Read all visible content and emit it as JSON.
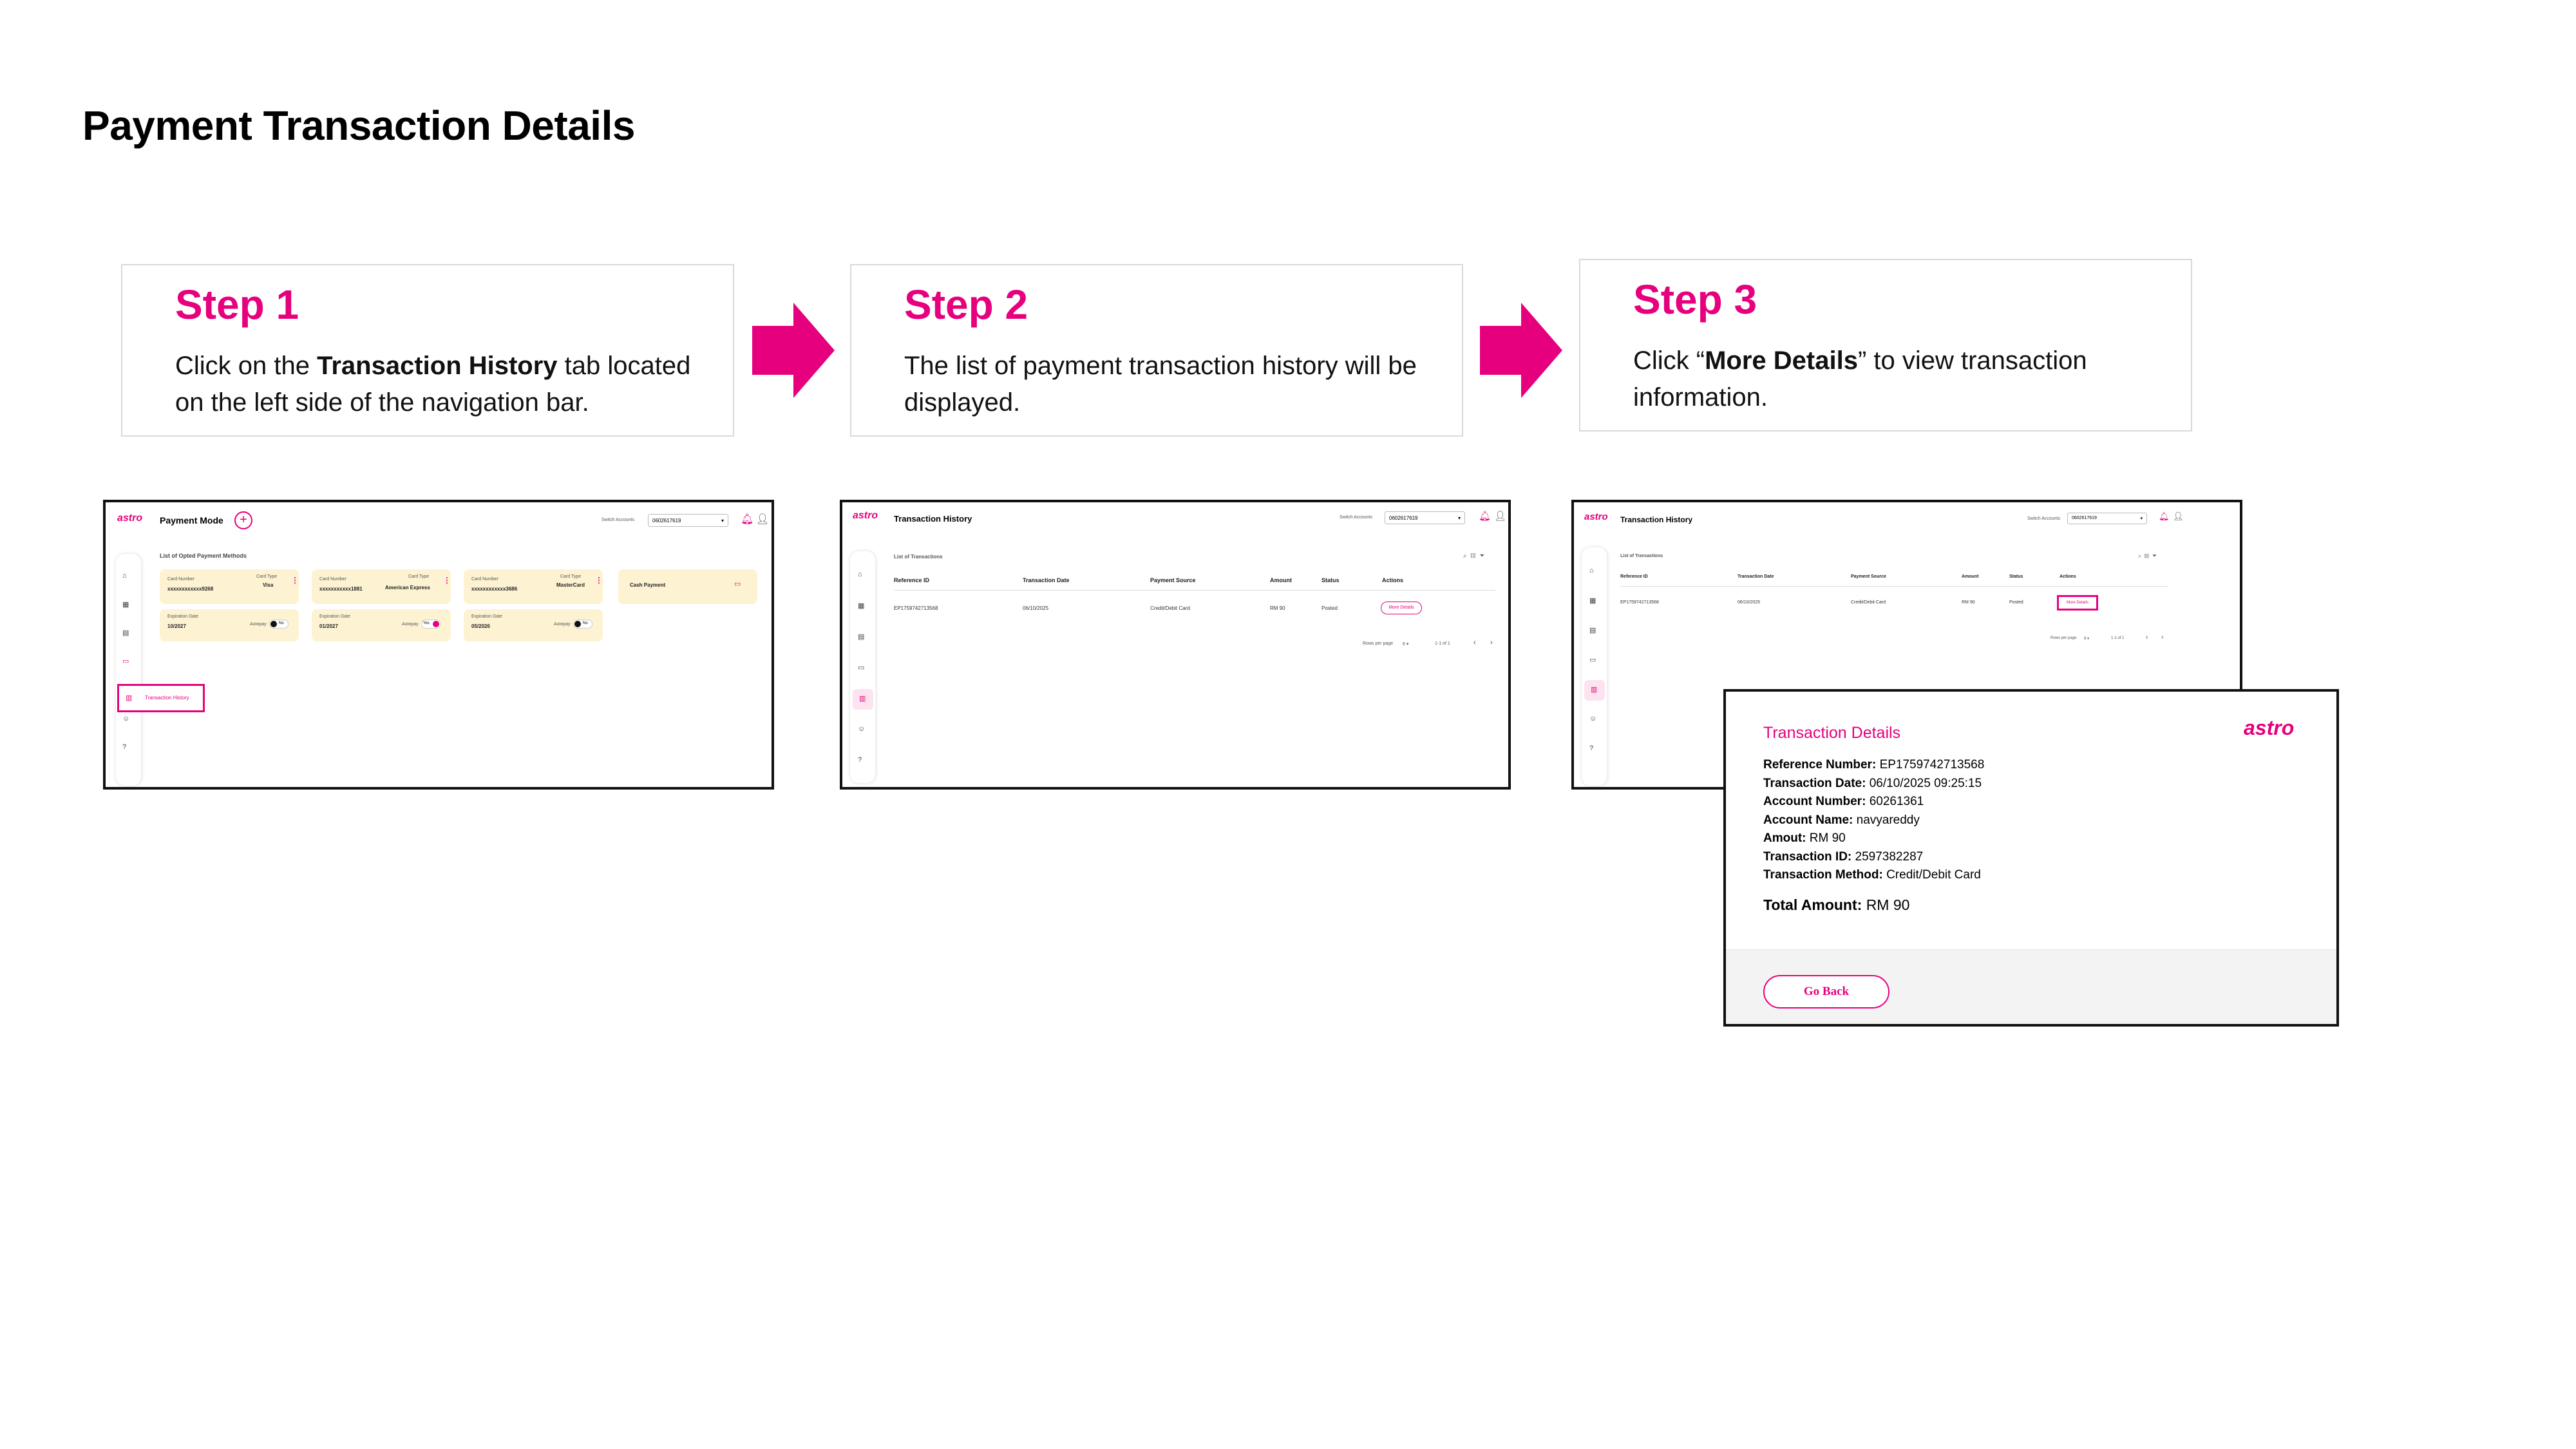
{
  "page": {
    "title": "Payment Transaction Details"
  },
  "steps": [
    {
      "title": "Step 1",
      "desc_pre": "Click on the ",
      "desc_bold": "Transaction History",
      "desc_post": " tab located on the left side of the navigation bar."
    },
    {
      "title": "Step 2",
      "desc": "The list of payment transaction history will be displayed."
    },
    {
      "title": "Step 3",
      "desc_pre": "Click “",
      "desc_bold": "More Details",
      "desc_post": "” to view transaction information."
    }
  ],
  "colors": {
    "brand": "#e6007e",
    "card": "#fdf3d3"
  },
  "shot1": {
    "logo": "astro",
    "header": "Payment Mode",
    "switch_label": "Switch Accounts",
    "account": "0602617619",
    "section_title": "List of Opted Payment Methods",
    "cards": [
      {
        "num_label": "Card Number",
        "num": "xxxxxxxxxxxx9268",
        "type_label": "Card Type",
        "type": "Visa",
        "exp_label": "Expiration Date",
        "exp": "10/2027",
        "autopay_label": "Autopay",
        "toggle": "No"
      },
      {
        "num_label": "Card Number",
        "num": "xxxxxxxxxxx1881",
        "type_label": "Card Type",
        "type": "American Express",
        "exp_label": "Expiration Date",
        "exp": "01/2027",
        "autopay_label": "Autopay",
        "toggle": "Yes"
      },
      {
        "num_label": "Card Number",
        "num": "xxxxxxxxxxxx3686",
        "type_label": "Card Type",
        "type": "MasterCard",
        "exp_label": "Expiration Date",
        "exp": "05/2026",
        "autopay_label": "Autopay",
        "toggle": "No"
      }
    ],
    "cash": "Cash Payment",
    "nav_highlight": "Transaction History"
  },
  "shot2": {
    "logo": "astro",
    "header": "Transaction History",
    "switch_label": "Switch Accounts",
    "account": "0602617619",
    "section_title": "List of Transactions",
    "columns": [
      "Reference ID",
      "Transaction Date",
      "Payment Source",
      "Amount",
      "Status",
      "Actions"
    ],
    "row": [
      "EP1759742713568",
      "06/10/2025",
      "Credit/Debit Card",
      "RM 90",
      "Posted"
    ],
    "action": "More Details",
    "rows_per_page_label": "Rows per page",
    "rows_per_page": "6",
    "pager": "1-1 of 1"
  },
  "shot3": {
    "logo": "astro",
    "header": "Transaction History",
    "switch_label": "Switch Accounts",
    "account": "0602617619",
    "section_title": "List of Transactions",
    "columns": [
      "Reference ID",
      "Transaction Date",
      "Payment Source",
      "Amount",
      "Status",
      "Actions"
    ],
    "row": [
      "EP1759742713568",
      "06/10/2025",
      "Credit/Debit Card",
      "RM 90",
      "Posted"
    ],
    "action": "More Details",
    "rows_per_page_label": "Rows per page",
    "rows_per_page": "6",
    "pager": "1-1 of 1"
  },
  "modal": {
    "title": "Transaction Details",
    "logo": "astro",
    "fields": [
      {
        "label": "Reference Number:",
        "value": "EP1759742713568"
      },
      {
        "label": "Transaction Date:",
        "value": "06/10/2025 09:25:15"
      },
      {
        "label": "Account Number:",
        "value": "60261361"
      },
      {
        "label": "Account Name:",
        "value": "navyareddy"
      },
      {
        "label": "Amout:",
        "value": "RM 90"
      },
      {
        "label": "Transaction ID:",
        "value": "2597382287"
      },
      {
        "label": "Transaction Method:",
        "value": "Credit/Debit Card"
      }
    ],
    "total_label": "Total Amount:",
    "total_value": "RM 90",
    "button": "Go Back"
  }
}
